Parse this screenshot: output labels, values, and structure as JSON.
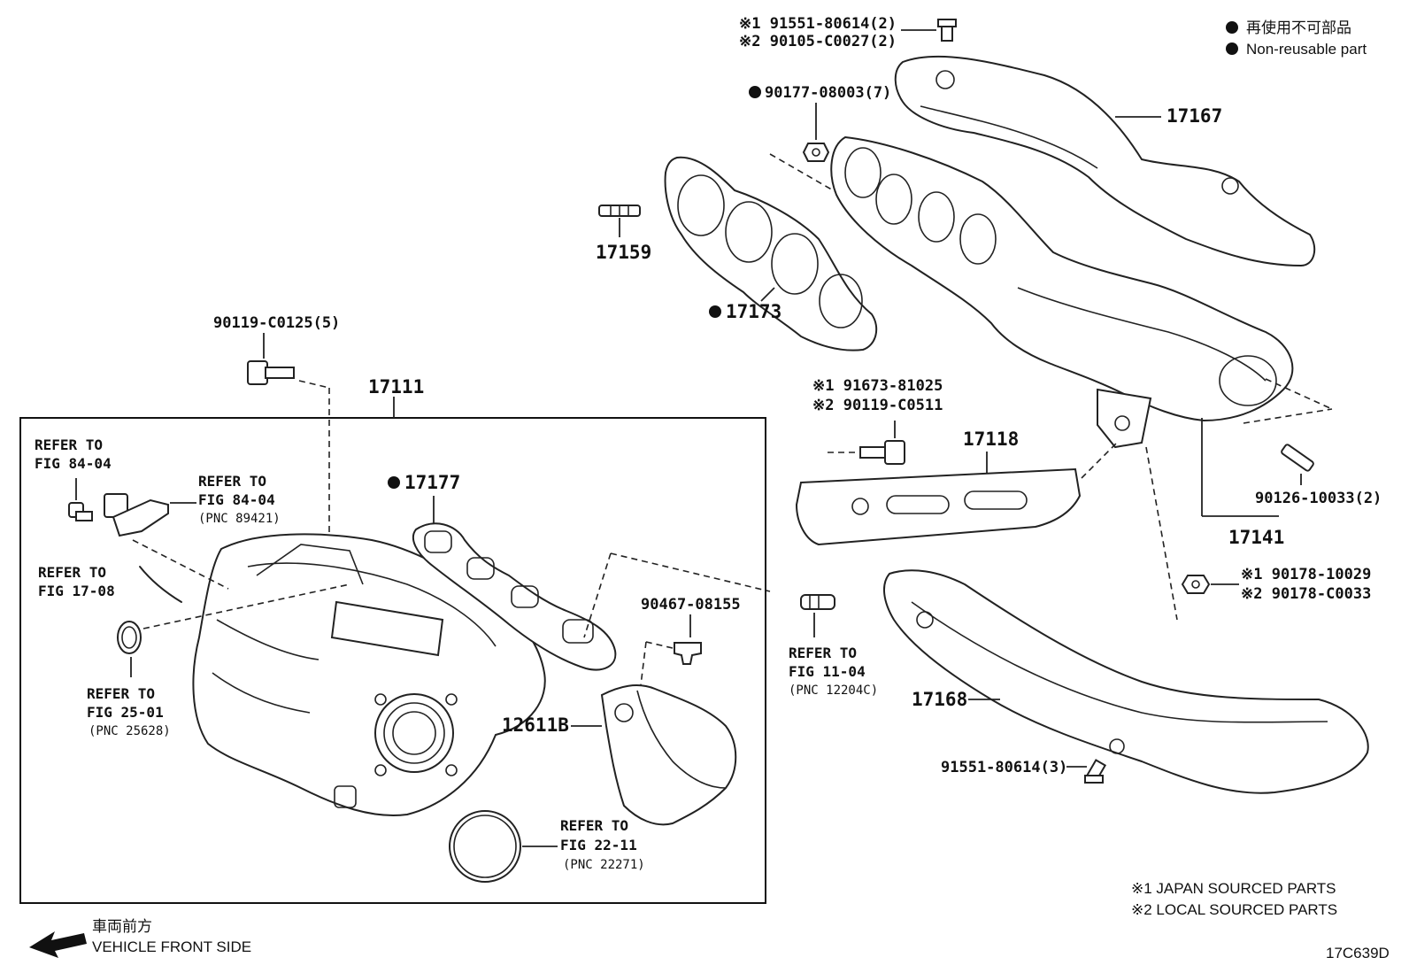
{
  "legend": {
    "jp_text": "再使用不可部品",
    "en_text": "Non-reusable part"
  },
  "footnotes": {
    "note1": "※1 JAPAN SOURCED PARTS",
    "note2": "※2 LOCAL SOURCED PARTS"
  },
  "direction": {
    "jp_text": "車両前方",
    "en_text": "VEHICLE FRONT SIDE"
  },
  "figure_code": "17C639D",
  "callouts": {
    "p_17167": "17167",
    "p_17159": "17159",
    "p_17173": "17173",
    "p_17111": "17111",
    "p_17177": "17177",
    "p_17118": "17118",
    "p_17141": "17141",
    "p_17168": "17168",
    "p_12611b": "12611B",
    "p_90177": "90177-08003(7)",
    "p_90119_c0125": "90119-C0125(5)",
    "p_90467": "90467-08155",
    "p_90126": "90126-10033(2)",
    "p_91551_3": "91551-80614(3)",
    "top_bolt_1": "※1 91551-80614(2)",
    "top_bolt_2": "※2 90105-C0027(2)",
    "bracket_bolt_1": "※1 91673-81025",
    "bracket_bolt_2": "※2 90119-C0511",
    "nut_1": "※1 90178-10029",
    "nut_2": "※2 90178-C0033"
  },
  "refs": {
    "r1": {
      "line1": "REFER TO",
      "line2": "FIG 84-04",
      "pnc": ""
    },
    "r2": {
      "line1": "REFER TO",
      "line2": "FIG 84-04",
      "pnc": "(PNC 89421)"
    },
    "r3": {
      "line1": "REFER TO",
      "line2": "FIG 17-08",
      "pnc": ""
    },
    "r4": {
      "line1": "REFER TO",
      "line2": "FIG 25-01",
      "pnc": "(PNC 25628)"
    },
    "r5": {
      "line1": "REFER TO",
      "line2": "FIG 11-04",
      "pnc": "(PNC 12204C)"
    },
    "r6": {
      "line1": "REFER TO",
      "line2": "FIG 22-11",
      "pnc": "(PNC 22271)"
    }
  }
}
